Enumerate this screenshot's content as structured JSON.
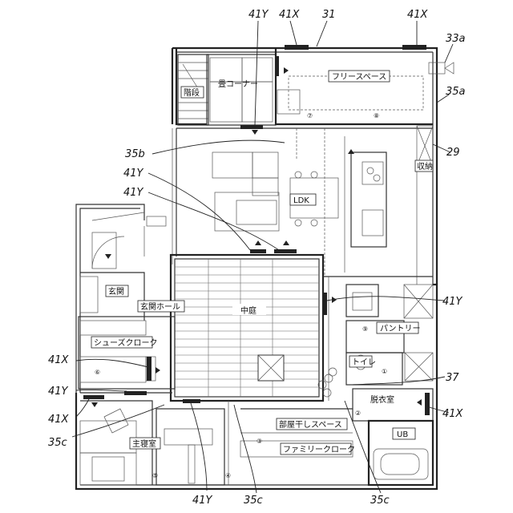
{
  "rooms": {
    "tatami_corner": "畳コーナー",
    "stairs": "階段",
    "free_space": "フリースペース",
    "storage": "収納",
    "ldk": "LDK",
    "entrance": "玄関",
    "entrance_hall": "玄関ホール",
    "courtyard": "中庭",
    "shoes_cloak": "シューズクローク",
    "pantry": "パントリー",
    "toilet": "トイレ",
    "dressing_room": "脱衣室",
    "unit_bath": "UB",
    "drying_space": "部屋干しスペース",
    "family_closet": "ファミリークローク",
    "master_bedroom": "主寝室"
  },
  "refs": {
    "r41y_top": "41Y",
    "r41x_top": "41X",
    "r31": "31",
    "r41x_topright": "41X",
    "r33a": "33a",
    "r35a": "35a",
    "r29": "29",
    "r35b": "35b",
    "r41y_a": "41Y",
    "r41y_b": "41Y",
    "r41y_right": "41Y",
    "r37": "37",
    "r41x_left": "41X",
    "r41y_left": "41Y",
    "r41x_left2": "41X",
    "r35c_left": "35c",
    "r41x_right": "41X",
    "r41y_bottom": "41Y",
    "r35c_bottom1": "35c",
    "r35c_bottom2": "35c"
  },
  "circled_numbers": {
    "n1": "①",
    "n2": "②",
    "n3": "③",
    "n4": "④",
    "n5": "⑤",
    "n6": "⑥",
    "n7": "⑦",
    "n8": "⑧",
    "n9": "⑨"
  }
}
